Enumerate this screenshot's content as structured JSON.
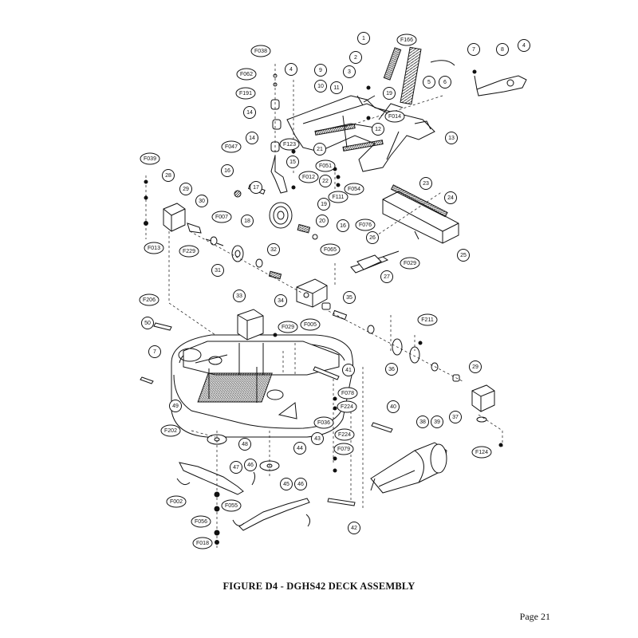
{
  "figure": {
    "caption": "FIGURE D4 - DGHS42 DECK ASSEMBLY",
    "page": "Page 21"
  },
  "callouts": [
    {
      "id": "1",
      "text": "1"
    },
    {
      "id": "F166",
      "text": "F166"
    },
    {
      "id": "2",
      "text": "2"
    },
    {
      "id": "5",
      "text": "5"
    },
    {
      "id": "6",
      "text": "6"
    },
    {
      "id": "7a",
      "text": "7"
    },
    {
      "id": "8",
      "text": "8"
    },
    {
      "id": "4a",
      "text": "4"
    },
    {
      "id": "F038",
      "text": "F038"
    },
    {
      "id": "4b",
      "text": "4"
    },
    {
      "id": "9",
      "text": "9"
    },
    {
      "id": "F062",
      "text": "F062"
    },
    {
      "id": "10",
      "text": "10"
    },
    {
      "id": "3",
      "text": "3"
    },
    {
      "id": "F191",
      "text": "F191"
    },
    {
      "id": "11",
      "text": "11"
    },
    {
      "id": "19a",
      "text": "19"
    },
    {
      "id": "14a",
      "text": "14"
    },
    {
      "id": "F014",
      "text": "F014"
    },
    {
      "id": "12",
      "text": "12"
    },
    {
      "id": "13",
      "text": "13"
    },
    {
      "id": "14b",
      "text": "14"
    },
    {
      "id": "F123",
      "text": "F123"
    },
    {
      "id": "21",
      "text": "21"
    },
    {
      "id": "F047",
      "text": "F047"
    },
    {
      "id": "F039",
      "text": "F039"
    },
    {
      "id": "15",
      "text": "15"
    },
    {
      "id": "F051",
      "text": "F051"
    },
    {
      "id": "16a",
      "text": "16"
    },
    {
      "id": "F012",
      "text": "F012"
    },
    {
      "id": "22",
      "text": "22"
    },
    {
      "id": "28",
      "text": "28"
    },
    {
      "id": "17",
      "text": "17"
    },
    {
      "id": "F054",
      "text": "F054"
    },
    {
      "id": "23",
      "text": "23"
    },
    {
      "id": "29a",
      "text": "29"
    },
    {
      "id": "F111",
      "text": "F111"
    },
    {
      "id": "24",
      "text": "24"
    },
    {
      "id": "30",
      "text": "30"
    },
    {
      "id": "19b",
      "text": "19"
    },
    {
      "id": "F007",
      "text": "F007"
    },
    {
      "id": "18",
      "text": "18"
    },
    {
      "id": "20",
      "text": "20"
    },
    {
      "id": "16b",
      "text": "16"
    },
    {
      "id": "F076",
      "text": "F076"
    },
    {
      "id": "26",
      "text": "26"
    },
    {
      "id": "F013",
      "text": "F013"
    },
    {
      "id": "F229",
      "text": "F229"
    },
    {
      "id": "F029a",
      "text": "F029"
    },
    {
      "id": "25",
      "text": "25"
    },
    {
      "id": "F065",
      "text": "F065"
    },
    {
      "id": "32",
      "text": "32"
    },
    {
      "id": "31",
      "text": "31"
    },
    {
      "id": "27",
      "text": "27"
    },
    {
      "id": "33",
      "text": "33"
    },
    {
      "id": "34",
      "text": "34"
    },
    {
      "id": "35",
      "text": "35"
    },
    {
      "id": "F206",
      "text": "F206"
    },
    {
      "id": "50",
      "text": "50"
    },
    {
      "id": "F029b",
      "text": "F029"
    },
    {
      "id": "F005",
      "text": "F005"
    },
    {
      "id": "F211",
      "text": "F211"
    },
    {
      "id": "7b",
      "text": "7"
    },
    {
      "id": "36",
      "text": "36"
    },
    {
      "id": "29b",
      "text": "29"
    },
    {
      "id": "41",
      "text": "41"
    },
    {
      "id": "F078",
      "text": "F078"
    },
    {
      "id": "49",
      "text": "49"
    },
    {
      "id": "F224a",
      "text": "F224"
    },
    {
      "id": "F036",
      "text": "F036"
    },
    {
      "id": "40",
      "text": "40"
    },
    {
      "id": "38",
      "text": "38"
    },
    {
      "id": "39",
      "text": "39"
    },
    {
      "id": "37",
      "text": "37"
    },
    {
      "id": "F202",
      "text": "F202"
    },
    {
      "id": "43",
      "text": "43"
    },
    {
      "id": "44",
      "text": "44"
    },
    {
      "id": "F224b",
      "text": "F224"
    },
    {
      "id": "48",
      "text": "48"
    },
    {
      "id": "F079",
      "text": "F079"
    },
    {
      "id": "F124",
      "text": "F124"
    },
    {
      "id": "47",
      "text": "47"
    },
    {
      "id": "46a",
      "text": "46"
    },
    {
      "id": "45",
      "text": "45"
    },
    {
      "id": "46b",
      "text": "46"
    },
    {
      "id": "F002",
      "text": "F002"
    },
    {
      "id": "F055",
      "text": "F055"
    },
    {
      "id": "F056",
      "text": "F056"
    },
    {
      "id": "42",
      "text": "42"
    },
    {
      "id": "F018",
      "text": "F018"
    }
  ]
}
